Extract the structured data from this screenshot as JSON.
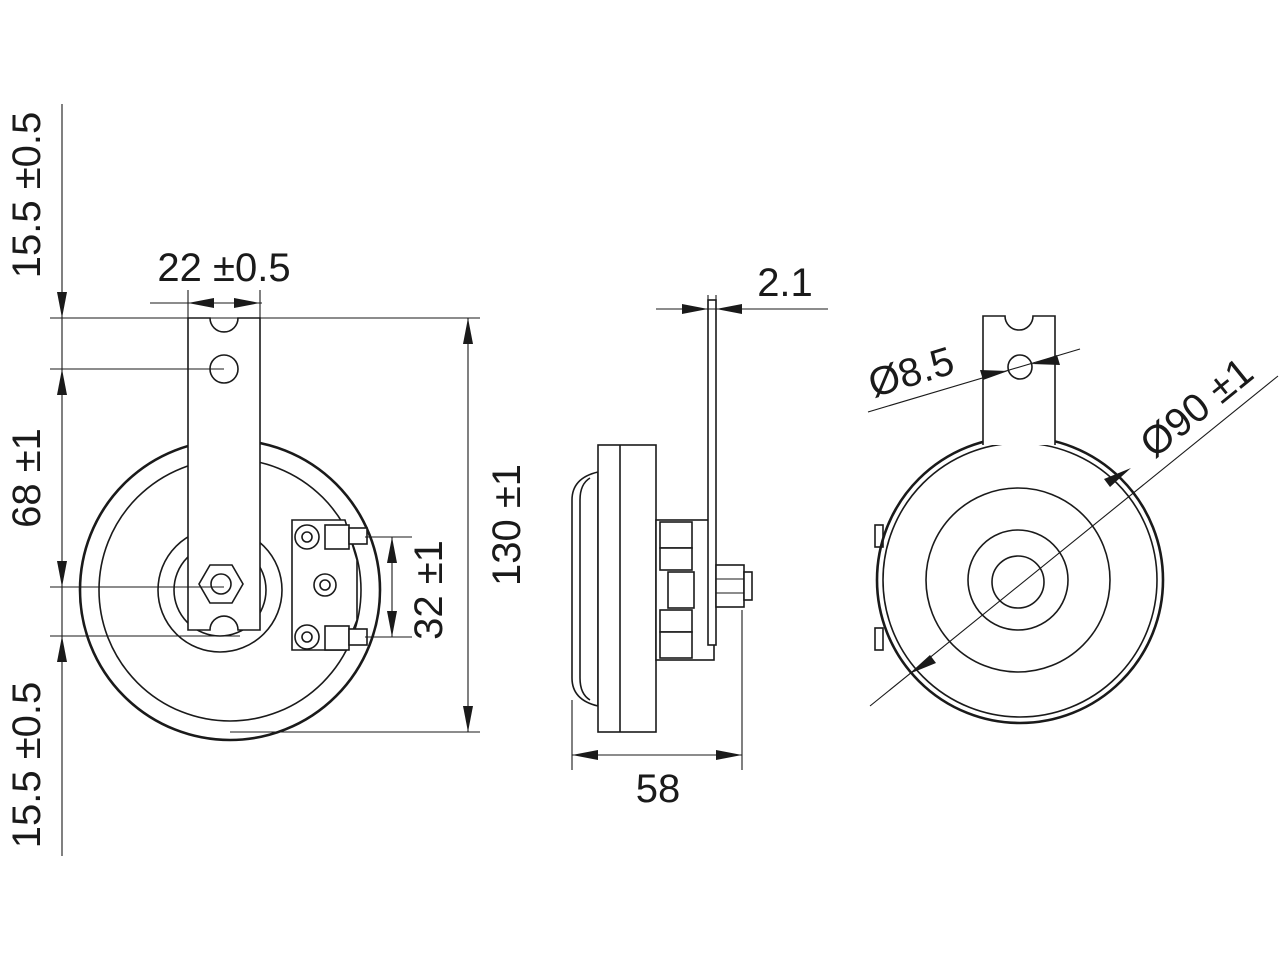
{
  "dimensions": {
    "top_offset": "15.5 ±0.5",
    "bracket_width": "22 ±0.5",
    "hole_spacing": "68 ±1",
    "terminal_spacing": "32 ±1",
    "total_height": "130 ±1",
    "bottom_offset": "15.5 ±0.5",
    "depth": "58",
    "bracket_thickness": "2.1",
    "hole_diameter": "Ø8.5",
    "body_diameter": "Ø90 ±1"
  }
}
